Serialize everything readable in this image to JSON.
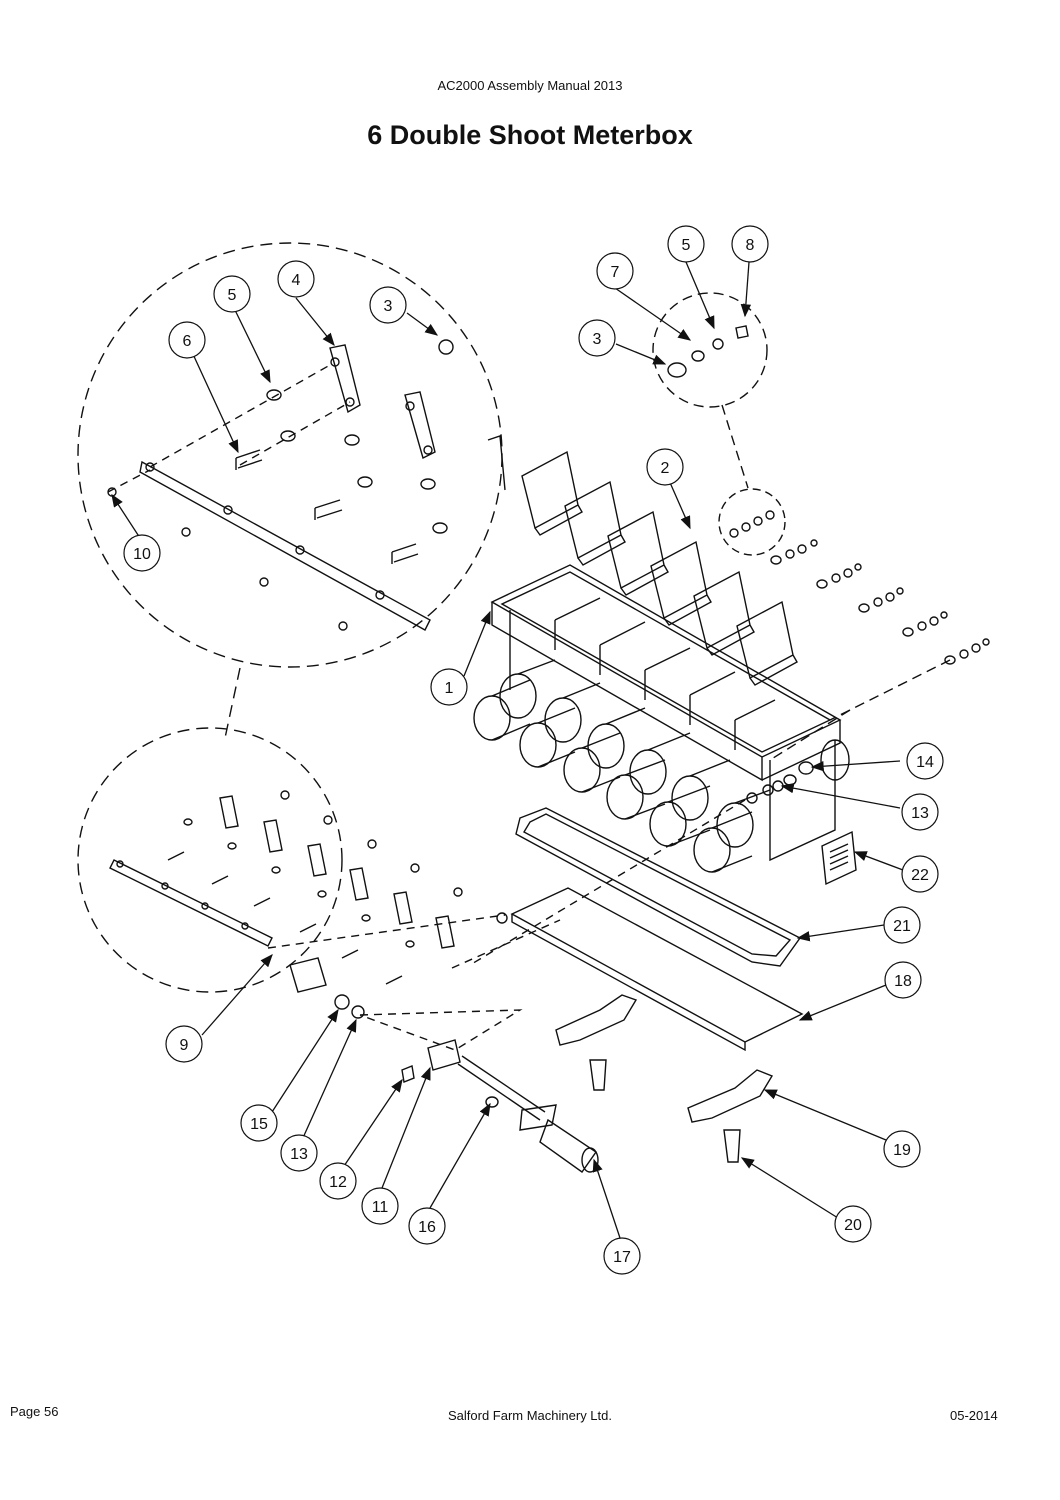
{
  "header": "AC2000 Assembly Manual 2013",
  "title": "6 Double Shoot Meterbox",
  "callouts": [
    "1",
    "2",
    "3",
    "3",
    "4",
    "5",
    "5",
    "6",
    "7",
    "8",
    "9",
    "10",
    "11",
    "12",
    "13",
    "13",
    "14",
    "15",
    "16",
    "17",
    "18",
    "19",
    "20",
    "21",
    "22"
  ],
  "footer": {
    "page": "Page 56",
    "company": "Salford Farm Machinery Ltd.",
    "date": "05-2014"
  }
}
